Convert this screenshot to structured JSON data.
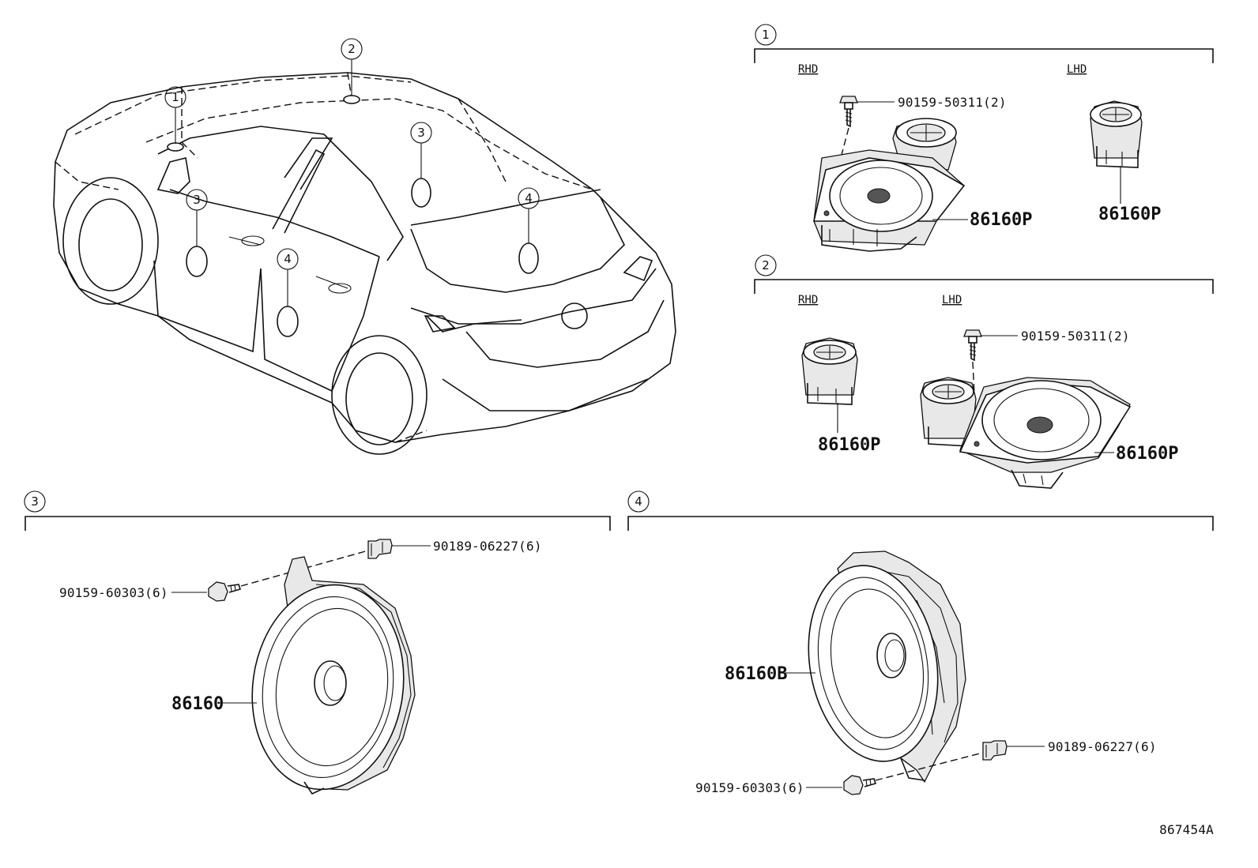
{
  "callouts": {
    "c1": "1",
    "c2": "2",
    "c3": "3",
    "c4": "4"
  },
  "section1": {
    "number": "1",
    "rhd": "RHD",
    "lhd": "LHD",
    "screw": "90159-50311(2)",
    "part_rhd": "86160P",
    "part_lhd": "86160P"
  },
  "section2": {
    "number": "2",
    "rhd": "RHD",
    "lhd": "LHD",
    "screw": "90159-50311(2)",
    "part_rhd": "86160P",
    "part_lhd": "86160P"
  },
  "section3": {
    "number": "3",
    "clip": "90189-06227(6)",
    "screw": "90159-60303(6)",
    "part": "86160"
  },
  "section4": {
    "number": "4",
    "clip": "90189-06227(6)",
    "screw": "90159-60303(6)",
    "part": "86160B"
  },
  "footer": {
    "figure_id": "867454A"
  }
}
